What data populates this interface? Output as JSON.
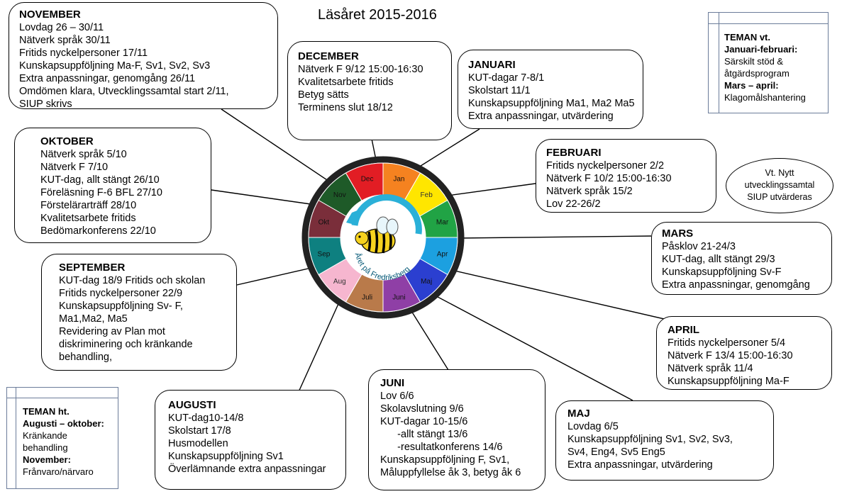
{
  "title": "Läsåret 2015-2016",
  "center_label": "Året på Fredriksberg",
  "wheel": {
    "months": [
      {
        "label": "Jan",
        "color": "#f58220"
      },
      {
        "label": "Feb",
        "color": "#ffe600"
      },
      {
        "label": "Mar",
        "color": "#21a345"
      },
      {
        "label": "Apr",
        "color": "#1ca0e0"
      },
      {
        "label": "Maj",
        "color": "#2b3fd0"
      },
      {
        "label": "Juni",
        "color": "#8f3fa6"
      },
      {
        "label": "Juli",
        "color": "#b97a4a"
      },
      {
        "label": "Aug",
        "color": "#f6b6cf"
      },
      {
        "label": "Sep",
        "color": "#0e8080"
      },
      {
        "label": "Okt",
        "color": "#7a2e3a"
      },
      {
        "label": "Nov",
        "color": "#1e5a28"
      },
      {
        "label": "Dec",
        "color": "#e21d24"
      }
    ]
  },
  "boxes": {
    "november": {
      "heading": "NOVEMBER",
      "lines": [
        "Lovdag   26 – 30/11",
        "Nätverk språk 30/11",
        "Fritids nyckelpersoner  17/11",
        "Kunskapsuppföljning Ma-F, Sv1, Sv2, Sv3",
        "Extra anpassningar, genomgång 26/11",
        "Omdömen klara, Utvecklingssamtal start 2/11,",
        "SIUP skrivs"
      ]
    },
    "december": {
      "heading": "DECEMBER",
      "lines": [
        "Nätverk F  9/12  15:00-16:30",
        "Kvalitetsarbete fritids",
        "Betyg sätts",
        "Terminens slut  18/12"
      ]
    },
    "januari": {
      "heading": "JANUARI",
      "lines": [
        "KUT-dagar 7-8/1",
        "Skolstart  11/1",
        "Kunskapsuppföljning Ma1, Ma2 Ma5",
        "Extra anpassningar, utvärdering"
      ]
    },
    "oktober": {
      "heading": "OKTOBER",
      "lines": [
        "Nätverk språk 5/10",
        "Nätverk F  7/10",
        "KUT-dag, allt stängt 26/10",
        "Föreläsning F-6 BFL 27/10",
        "Förstelärarträff 28/10",
        "Kvalitetsarbete fritids",
        "Bedömarkonferens 22/10"
      ]
    },
    "februari": {
      "heading": "FEBRUARI",
      "lines": [
        "Fritids nyckelpersoner 2/2",
        "Nätverk F 10/2   15:00-16:30",
        "Nätverk språk 15/2",
        "Lov 22-26/2"
      ]
    },
    "mars": {
      "heading": "MARS",
      "lines": [
        "Påsklov  21-24/3",
        "KUT-dag, allt stängt 29/3",
        "Kunskapsuppföljning Sv-F",
        "Extra anpassningar, genomgång"
      ]
    },
    "september": {
      "heading": "SEPTEMBER",
      "lines": [
        "KUT-dag  18/9 Fritids och skolan",
        "Fritids nyckelpersoner 22/9",
        "Kunskapsuppföljning Sv- F,",
        "Ma1,Ma2, Ma5",
        "Revidering av Plan mot",
        "diskriminering och kränkande",
        "behandling,"
      ]
    },
    "april": {
      "heading": "APRIL",
      "lines": [
        "Fritids nyckelpersoner 5/4",
        "Nätverk F 13/4  15:00-16:30",
        "Nätverk språk 11/4",
        "Kunskapsuppföljning Ma-F"
      ]
    },
    "augusti": {
      "heading": "AUGUSTI",
      "lines": [
        "KUT-dag10-14/8",
        "Skolstart  17/8",
        "Husmodellen",
        "Kunskapsuppföljning Sv1",
        "Överlämnande extra anpassningar"
      ]
    },
    "juni": {
      "heading": "JUNI",
      "lines": [
        "Lov 6/6",
        "Skolavslutning 9/6",
        "KUT-dagar 10-15/6",
        "      -allt stängt 13/6",
        "      -resultatkonferens 14/6",
        "Kunskapsuppföljning F, Sv1,",
        "Måluppfyllelse åk 3, betyg åk 6"
      ]
    },
    "maj": {
      "heading": "MAJ",
      "lines": [
        "Lovdag 6/5",
        "Kunskapsuppföljning Sv1, Sv2, Sv3,",
        "Sv4, Eng4, Sv5 Eng5",
        "Extra anpassningar, utvärdering"
      ]
    }
  },
  "theme_vt": {
    "title": "TEMAN vt.",
    "p1_head": "Januari-februari:",
    "p1_lines": [
      "Särskilt stöd &",
      "åtgärdsprogram"
    ],
    "p2_head": "Mars – april:",
    "p2_lines": [
      "Klagomålshantering"
    ]
  },
  "theme_ht": {
    "title": "TEMAN ht.",
    "p1_head": "Augusti – oktober:",
    "p1_lines": [
      "Kränkande",
      "behandling"
    ],
    "p2_head": "November:",
    "p2_lines": [
      "Frånvaro/närvaro"
    ]
  },
  "oval_lines": [
    "Vt. Nytt",
    "utvecklingssamtal",
    "SIUP utvärderas"
  ]
}
